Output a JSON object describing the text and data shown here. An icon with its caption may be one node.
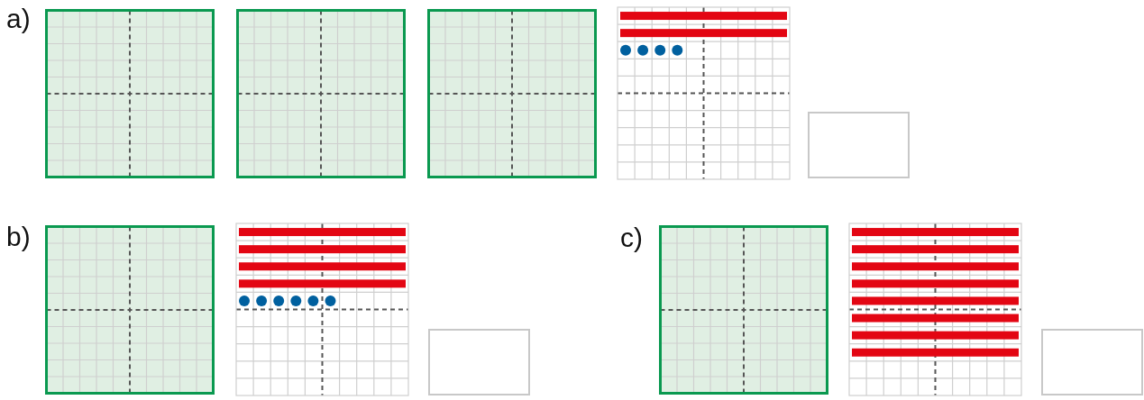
{
  "diagram": {
    "labels": [
      "a)",
      "b)",
      "c)"
    ]
  }
}
